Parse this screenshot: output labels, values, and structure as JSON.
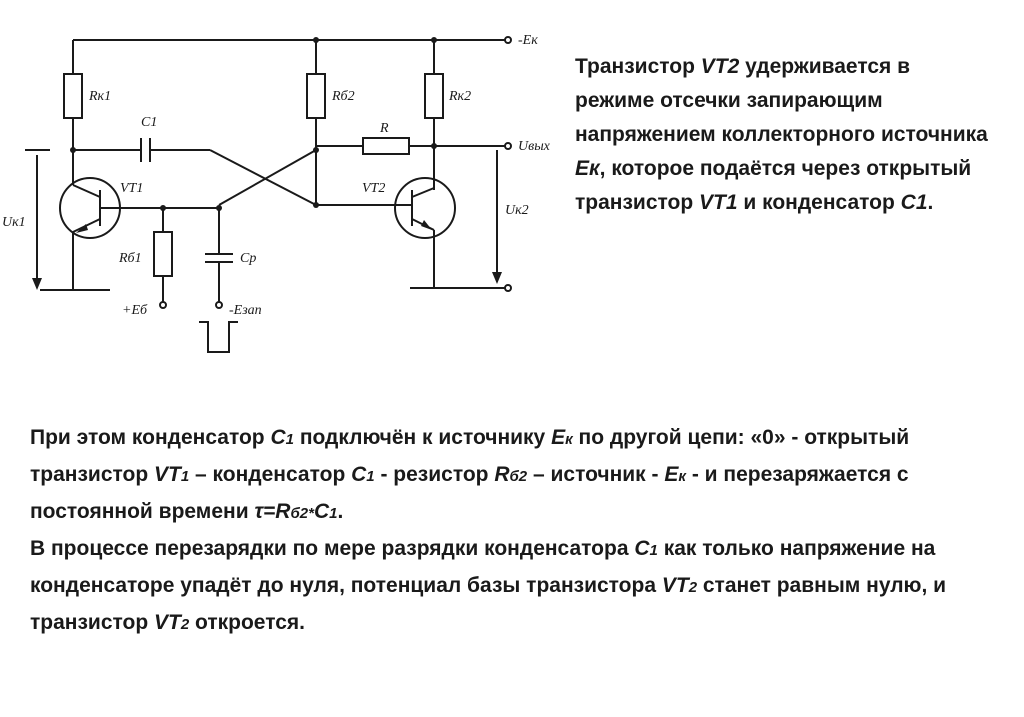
{
  "schematic": {
    "labels": {
      "ek_top": "-Eк",
      "rk1": "Rк1",
      "c1": "C1",
      "rb2": "Rб2",
      "r": "R",
      "rk2": "Rк2",
      "uvyh": "Uвых",
      "vt1": "VT1",
      "vt2": "VT2",
      "uk1": "Uк1",
      "uk2": "Uк2",
      "rb1": "Rб1",
      "cp": "Cр",
      "eb": "+Eб",
      "ezap": "-Eзап"
    }
  },
  "side": {
    "p1": "Транзистор ",
    "vt2": "VT2",
    "p2": " удерживается в режиме отсечки запирающим напряжением коллекторного источника ",
    "ek": "Ек",
    "p3": ", которое подаётся через открытый транзистор ",
    "vt1": "VT1",
    "p4": " и конденсатор ",
    "c1": "C1",
    "p5": "."
  },
  "body": {
    "a1": "При этом конденсатор ",
    "a_c1": "С",
    "a_c1_sub": "1",
    "a2": " подключён к источнику ",
    "a_ek": "Е",
    "a_ek_sub": "к",
    "a3": " по другой цепи: «0» - открытый транзистор ",
    "a_vt1": "VT",
    "a_vt1_sub": "1",
    "a4": " – конденсатор ",
    "a_c1b": "С",
    "a_c1b_sub": "1",
    "a5": " - резистор ",
    "a_rb2": "R",
    "a_rb2_sub": "б2",
    "a6": " – источник - ",
    "a_ek2": "Е",
    "a_ek2_sub": "к",
    "a7": " - и перезаряжается с постоянной времени ",
    "a_tau": "τ=R",
    "a_tau_sub": "б2*",
    "a_tau_c": "С",
    "a_tau_c_sub": "1",
    "a8": ".",
    "b1": "В процессе перезарядки по мере разрядки конденсатора ",
    "b_c1": "С",
    "b_c1_sub": "1",
    "b2": " как только напряжение на конденсаторе упадёт до нуля, потенциал базы транзистора ",
    "b_vt2": "VT",
    "b_vt2_sub": "2",
    "b3": " станет равным нулю, и транзистор ",
    "b_vt2b": "VT",
    "b_vt2b_sub": "2",
    "b4": " откроется."
  }
}
